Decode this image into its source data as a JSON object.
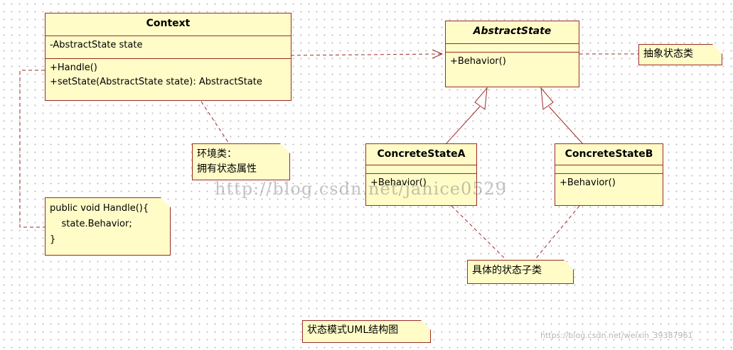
{
  "context": {
    "name": "Context",
    "attributes": [
      "-AbstractState state"
    ],
    "operations": [
      "+Handle()",
      "+setState(AbstractState state): AbstractState"
    ]
  },
  "abstract_state": {
    "name": "AbstractState",
    "attributes": [],
    "operations": [
      "+Behavior()"
    ]
  },
  "concrete_a": {
    "name": "ConcreteStateA",
    "operations": [
      "+Behavior()"
    ]
  },
  "concrete_b": {
    "name": "ConcreteStateB",
    "operations": [
      "+Behavior()"
    ]
  },
  "notes": {
    "abstract_note": "抽象状态类",
    "context_note": [
      "环境类：",
      "拥有状态属性"
    ],
    "handle_note": [
      "public void Handle(){",
      "    state.Behavior;",
      "}"
    ],
    "concrete_note": "具体的状态子类",
    "caption": "状态模式UML结构图"
  },
  "watermarks": {
    "center": "http://blog.csdn.net/janice0529",
    "corner": "https://blog.csdn.net/weixin_39387961"
  },
  "colors": {
    "fill": "#fffcc8",
    "border": "#9c2b29"
  }
}
